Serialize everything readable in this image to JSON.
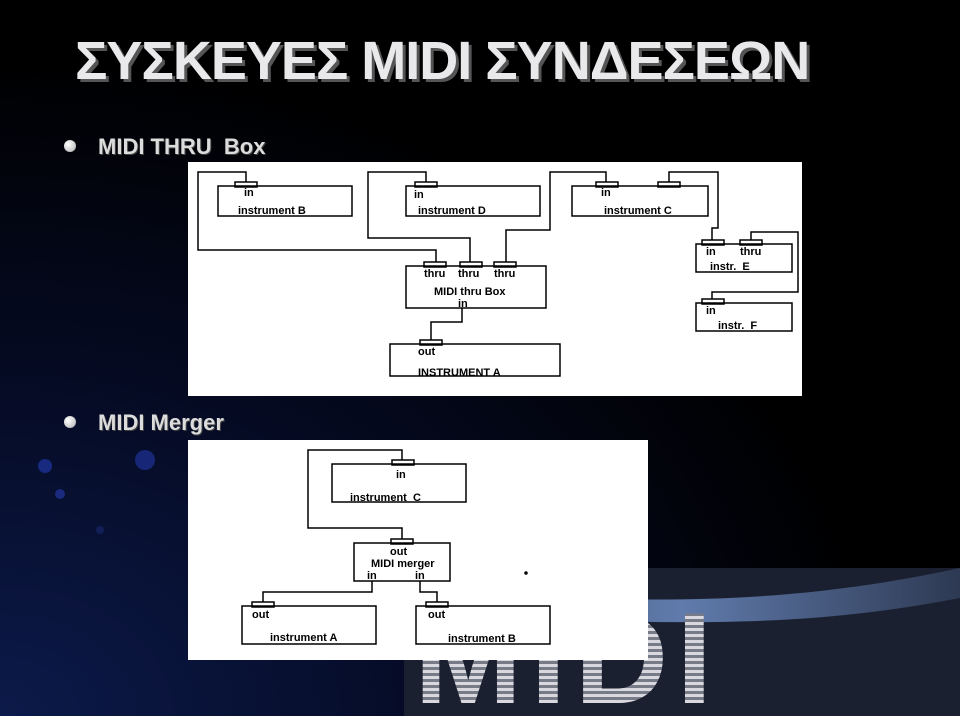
{
  "title": "ΣΥΣΚΕΥΕΣ MIDI ΣΥΝΔΕΣΕΩΝ",
  "bullets": [
    {
      "label": "MIDI THRU  Box"
    },
    {
      "label": "MIDI Merger"
    }
  ],
  "thru_diagram": {
    "instrument_b": {
      "port": "in",
      "name": "instrument B"
    },
    "instrument_d": {
      "port": "in",
      "name": "instrument D"
    },
    "instrument_c": {
      "port": "in",
      "name": "instrument C"
    },
    "instrument_e": {
      "port_in": "in",
      "port_thru": "thru",
      "name": "instr.  E"
    },
    "instrument_f": {
      "port": "in",
      "name": "instr.  F"
    },
    "thru_box": {
      "ports": [
        "thru",
        "thru",
        "thru"
      ],
      "name": "MIDI thru Box",
      "input": "in"
    },
    "instrument_a": {
      "port": "out",
      "name": "INSTRUMENT A"
    }
  },
  "merger_diagram": {
    "instrument_c": {
      "port": "in",
      "name": "instrument  C"
    },
    "merger": {
      "port_out": "out",
      "name": "MIDI merger",
      "inputs": [
        "in",
        "in"
      ]
    },
    "instrument_a": {
      "port": "out",
      "name": "instrument A"
    },
    "instrument_b": {
      "port": "out",
      "name": "instrument B"
    }
  },
  "background_logo": {
    "text": "MIDI",
    "colors": {
      "accent": "#5fa8ff",
      "stripes": "#d8d8de"
    }
  }
}
